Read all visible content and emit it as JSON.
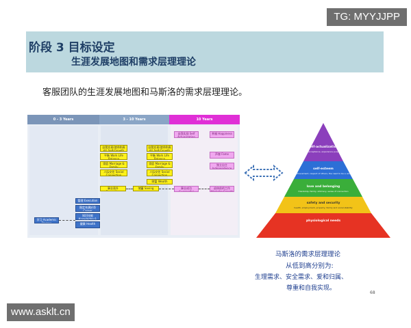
{
  "watermark_tg": "TG: MYYJJPP",
  "watermark_site": "www.asklt.cn",
  "header": {
    "title": "阶段 3  目标设定",
    "subtitle": "生涯发展地图和需求层理理论"
  },
  "intro": "客服团队的生涯发展地图和马斯洛的需求层理理论。",
  "career_map": {
    "columns": [
      "0 - 3 Years",
      "3 - 10 Years",
      "10 Years"
    ],
    "boxes": {
      "col1_upper": [
        "自我实现(使命和责任) Self-Growth",
        "平衡 Work Life Balance",
        "家庭 Marriage & Family",
        "人际交往 Social Connection"
      ],
      "col1_mid": "事业晋升 Promotion",
      "col1_lower": [
        "管理 Execution",
        "稳定充满好奇 Career Objectives",
        "知识技能 Knowledge & Skills",
        "健康 Health"
      ],
      "col1_left": "学习 Academic Degree",
      "col2_upper": [
        "自我实现(使命和责任) Self-Growth",
        "平衡 Work Life Balance",
        "家庭 Marriage & Family",
        "人际交往 Social Connection"
      ],
      "col2_mid": "财富 Wealth",
      "col2_left": "事业晋升 Promotion",
      "col2_center": "储蓄 Saving",
      "col3_pink": [
        "自我实现 Self Actualization",
        "幸福 Happiness",
        "声誉 Fame",
        "独立自主 Independence"
      ],
      "col3_bottom": [
        "事业成功 Successful Business",
        "退休前的工作 Work for Growth"
      ]
    }
  },
  "pyramid": {
    "levels": [
      {
        "title": "self-actualization",
        "desc": "morality, creativity, spontaneity, acceptance, experience purpose, meaning and inner potential",
        "color": "#8b3fbc"
      },
      {
        "title": "self-esteem",
        "desc": "confidence, achievement, respect of others, the need to be a unique individual",
        "color": "#2c6fd6"
      },
      {
        "title": "love and belonging",
        "desc": "friendship, family, intimacy, sense of connection",
        "color": "#3aae3a"
      },
      {
        "title": "safety and security",
        "desc": "health, employment, property, family and social stability",
        "color": "#f2c318"
      },
      {
        "title": "physiological needs",
        "desc": "",
        "color": "#e63323"
      }
    ]
  },
  "captions": {
    "line1": "马斯洛的需求层理理论",
    "line2": "从低到高分别为:",
    "line3": "生理需求、安全需求、爱和归属、",
    "line4": "尊重和自我实现。"
  },
  "page_number": "68"
}
